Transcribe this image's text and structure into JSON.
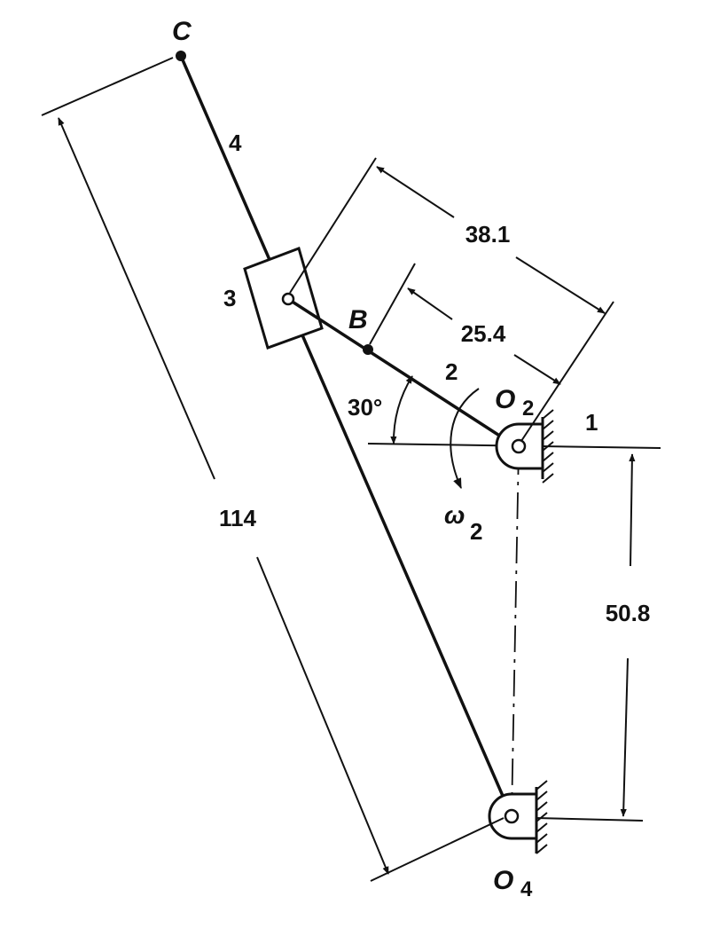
{
  "points": {
    "c": "C",
    "b": "B",
    "o2_letter": "O",
    "o2_sub": "2",
    "o4_letter": "O",
    "o4_sub": "4"
  },
  "links": {
    "ground": "1",
    "crank": "2",
    "slider": "3",
    "rocker": "4"
  },
  "angle": "30°",
  "omega": {
    "symbol": "ω",
    "sub": "2"
  },
  "dimensions": {
    "slider_offset": "38.1",
    "crank_length": "25.4",
    "pivot_spacing": "50.8",
    "rocker_length": "114"
  },
  "colors": {
    "ink": "#111111",
    "background": "#ffffff"
  }
}
